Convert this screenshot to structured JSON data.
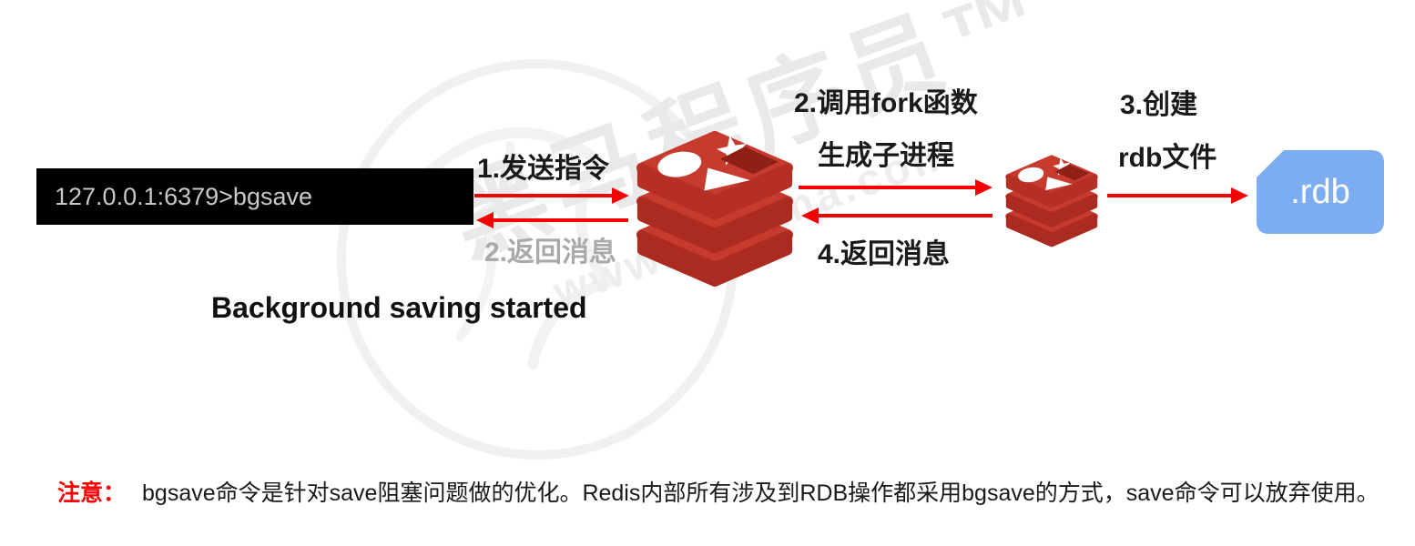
{
  "watermark": {
    "brand": "黑马程序员™",
    "url": "www.itheima.com"
  },
  "terminal": {
    "command_line": "127.0.0.1:6379>bgsave",
    "result_text": "Background saving started"
  },
  "steps": {
    "send_command": "1.发送指令",
    "return_message_client": "2.返回消息",
    "fork_line1": "2.调用fork函数",
    "fork_line2": "生成子进程",
    "return_message_child": "4.返回消息",
    "create_line1": "3.创建",
    "create_line2": "rdb文件"
  },
  "file": {
    "label": ".rdb"
  },
  "note": {
    "prefix": "注意：",
    "body": "bgsave命令是针对save阻塞问题做的优化。Redis内部所有涉及到RDB操作都采用bgsave的方式，save命令可以放弃使用。"
  },
  "icons": {
    "redis_server": "redis-stack-icon",
    "redis_child_process": "redis-stack-icon",
    "rdb_file": "rdb-file-icon",
    "watermark_logo": "itheima-ring-logo"
  },
  "colors": {
    "arrow_red": "#f40000",
    "redis_red": "#c73a2e",
    "redis_dark_red": "#ac2b21",
    "redis_hole": "#8e2018",
    "file_blue": "#7badf0",
    "terminal_bg": "#000000",
    "terminal_fg": "#c9c9c9",
    "gray_label": "#a9a9a9",
    "note_red": "#ff0000",
    "text_dark": "#1a1a1a",
    "watermark_gray": "#e9e9e9"
  }
}
